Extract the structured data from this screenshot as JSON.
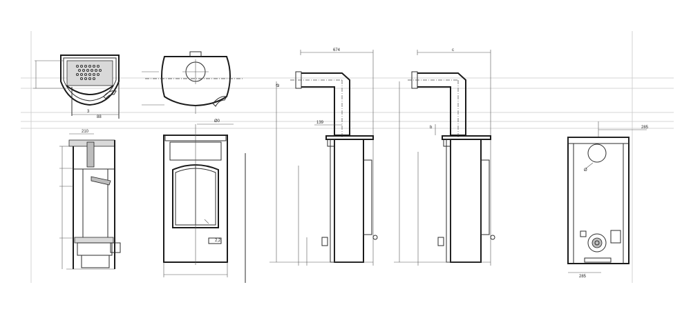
{
  "drawing": {
    "dimensions": {
      "side_top_width": "210",
      "plan_a": "3",
      "plan_b": "88",
      "front_top": "Ø0",
      "front_side": "2,2",
      "flue_length_a": "674",
      "flue_offset_a": "139",
      "flue_vert_a": "Ø",
      "flue_length_b": "c",
      "flue_vert_b": "b",
      "rear_top": "285",
      "rear_bottom": "285",
      "rear_circle": "Ø"
    }
  }
}
